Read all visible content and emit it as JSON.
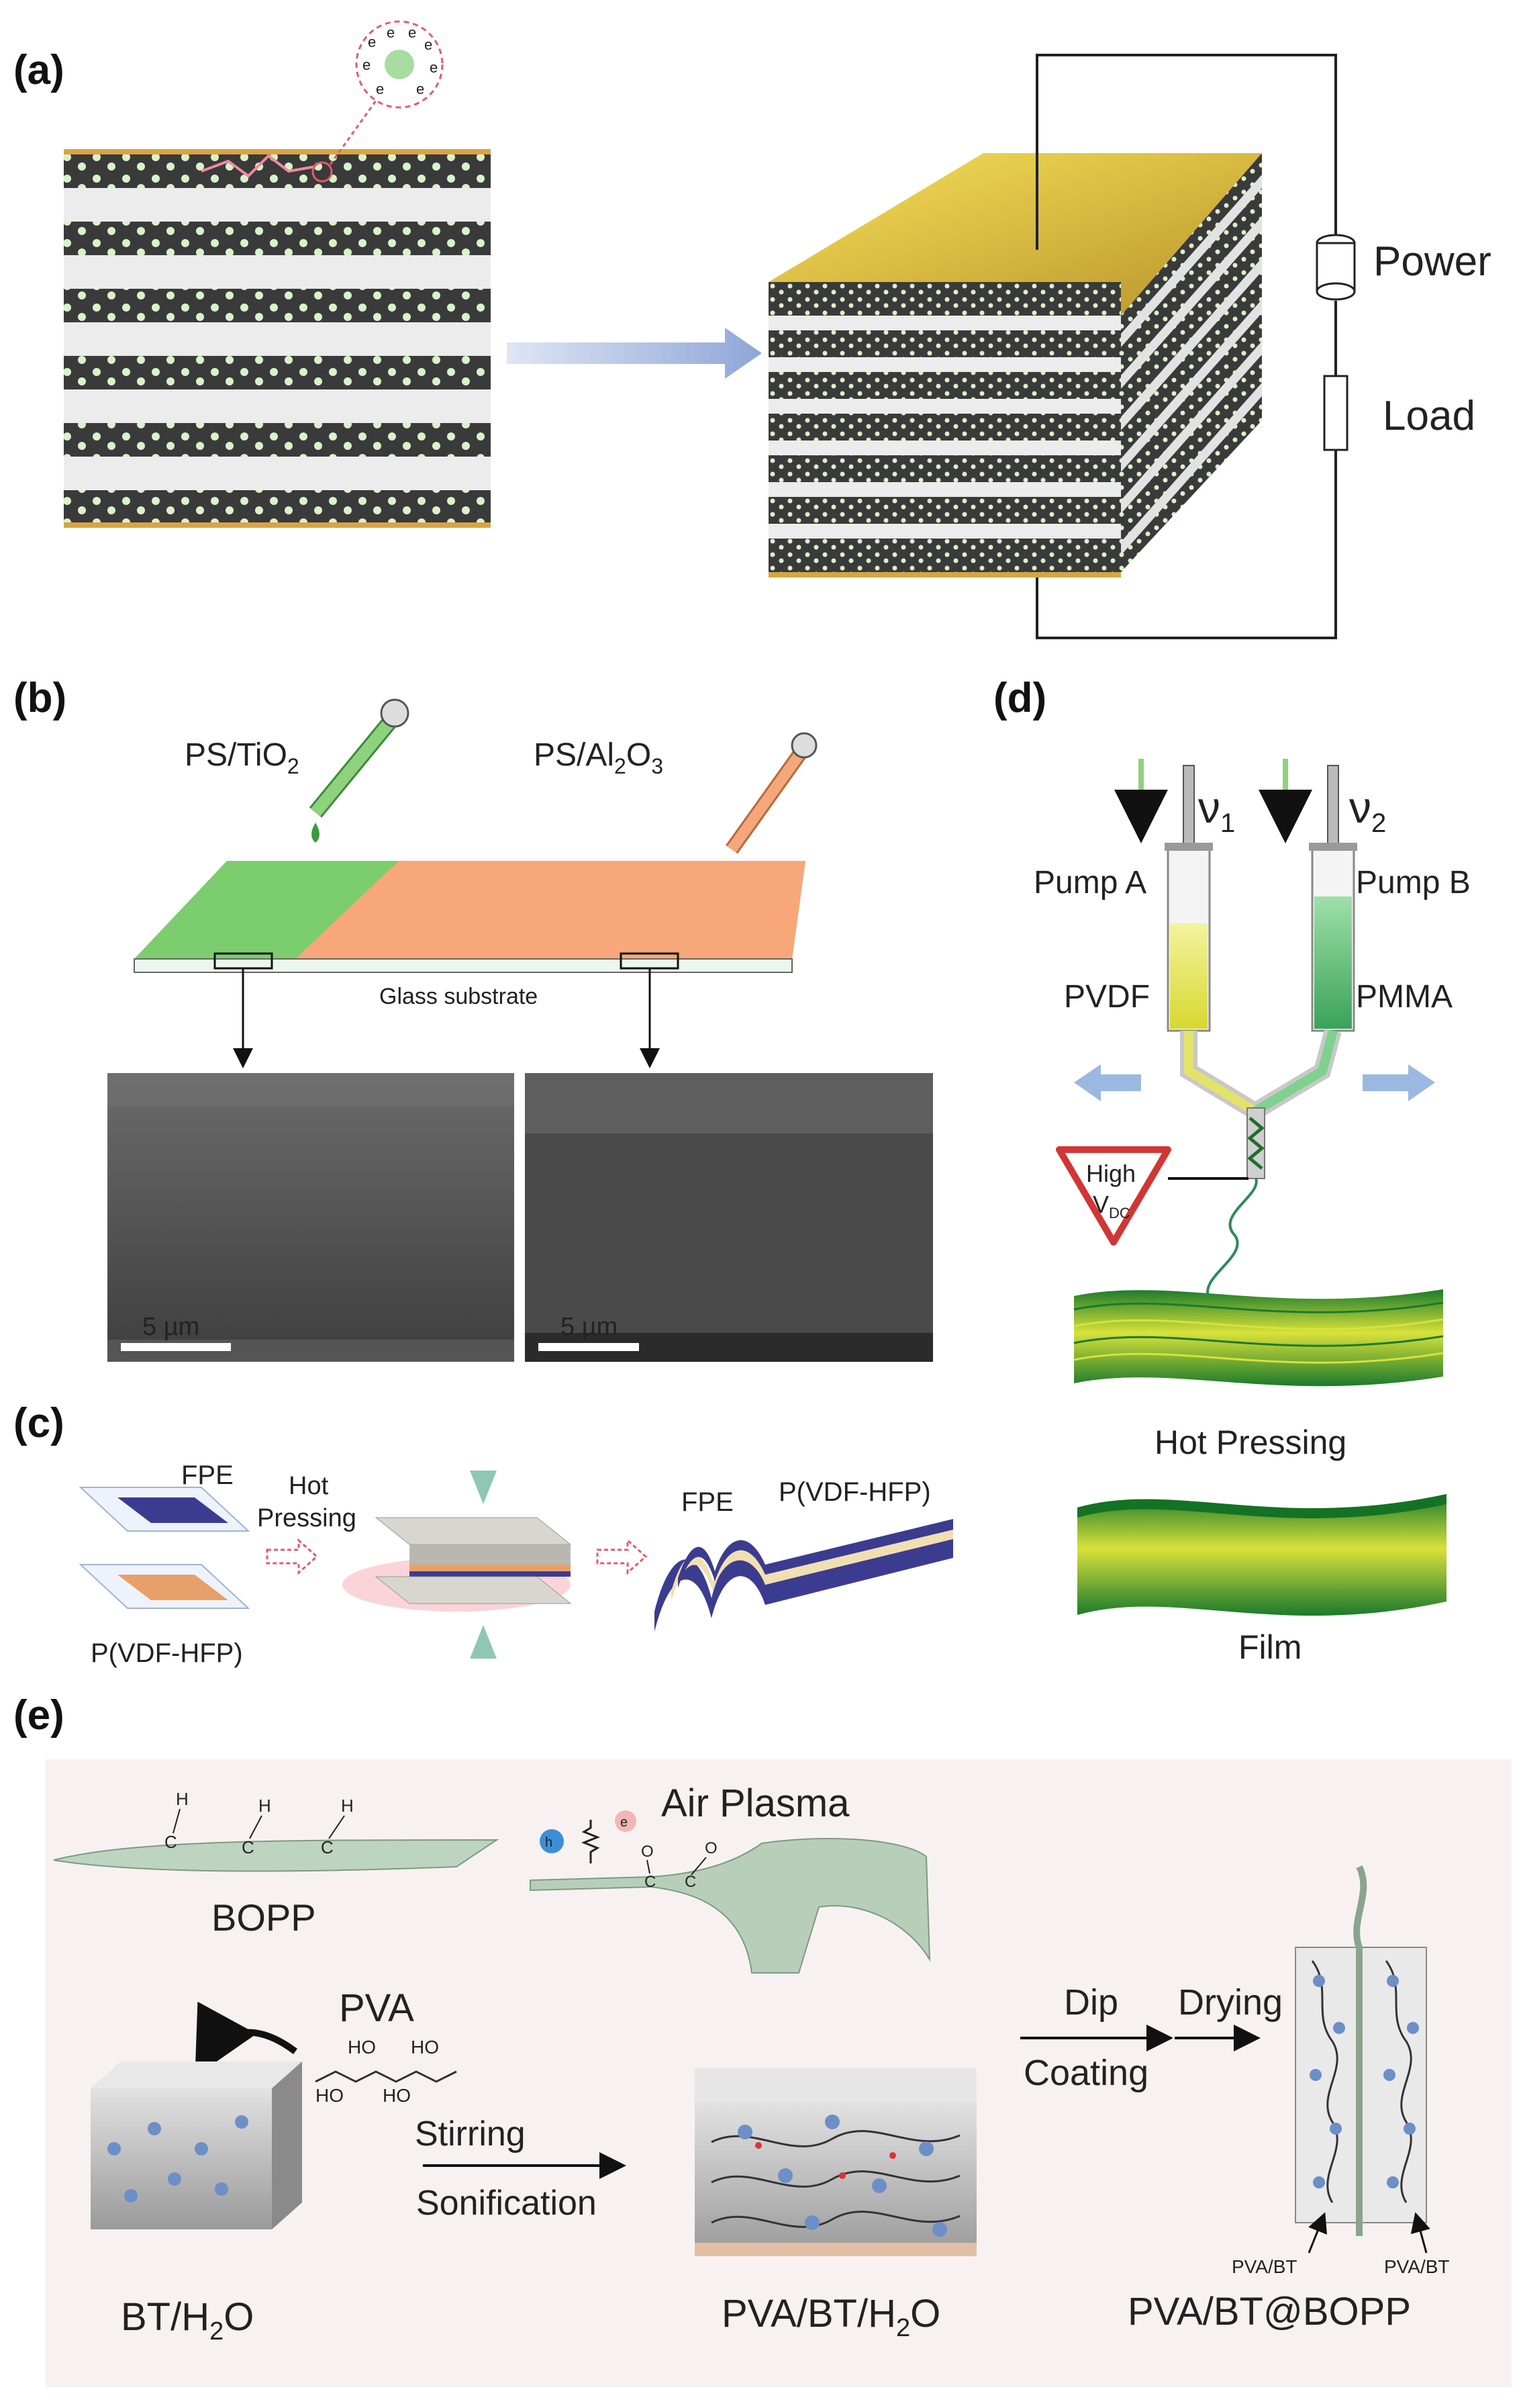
{
  "panels": {
    "a": {
      "label": "(a)",
      "electron_symbol": "e",
      "power_label": "Power",
      "load_label": "Load"
    },
    "b": {
      "label": "(b)",
      "ps_tio2": {
        "base": "PS/TiO",
        "sub": "2"
      },
      "ps_al2o3": {
        "base1": "PS/Al",
        "sub1": "2",
        "mid": "O",
        "sub2": "3"
      },
      "glass_substrate": "Glass substrate",
      "scale_bar_left": "5 µm",
      "scale_bar_right": "5 µm"
    },
    "c": {
      "label": "(c)",
      "fpe_top": "FPE",
      "hot": "Hot",
      "pressing": "Pressing",
      "pvdf_hfp_bottom": "P(VDF-HFP)",
      "fpe_right": "FPE",
      "pvdf_hfp_right": "P(VDF-HFP)",
      "colors": {
        "fpe": "#3b3c8f",
        "pvdf_hfp": "#e8a06a"
      }
    },
    "d": {
      "label": "(d)",
      "nu1": "ν",
      "nu1_sub": "1",
      "nu2": "ν",
      "nu2_sub": "2",
      "pump_a": "Pump A",
      "pump_b": "Pump B",
      "pvdf": "PVDF",
      "pmma": "PMMA",
      "high": "High",
      "vdc_v": "V",
      "vdc_sub": "DC",
      "hot_pressing": "Hot Pressing",
      "film": "Film"
    },
    "e": {
      "label": "(e)",
      "h": "H",
      "c": "C",
      "o": "O",
      "h_plus": "h",
      "e_minus": "e",
      "air_plasma": "Air Plasma",
      "bopp": "BOPP",
      "pva": "PVA",
      "ho": "HO",
      "stirring": "Stirring",
      "sonification": "Sonification",
      "dip": "Dip",
      "coating": "Coating",
      "drying": "Drying",
      "bt_h2o": {
        "base": "BT/H",
        "sub": "2",
        "end": "O"
      },
      "pva_bt_h2o": {
        "base": "PVA/BT/H",
        "sub": "2",
        "end": "O"
      },
      "pva_bt_bopp": "PVA/BT@BOPP",
      "pva_bt_small_left": "PVA/BT",
      "pva_bt_small_right": "PVA/BT"
    }
  }
}
